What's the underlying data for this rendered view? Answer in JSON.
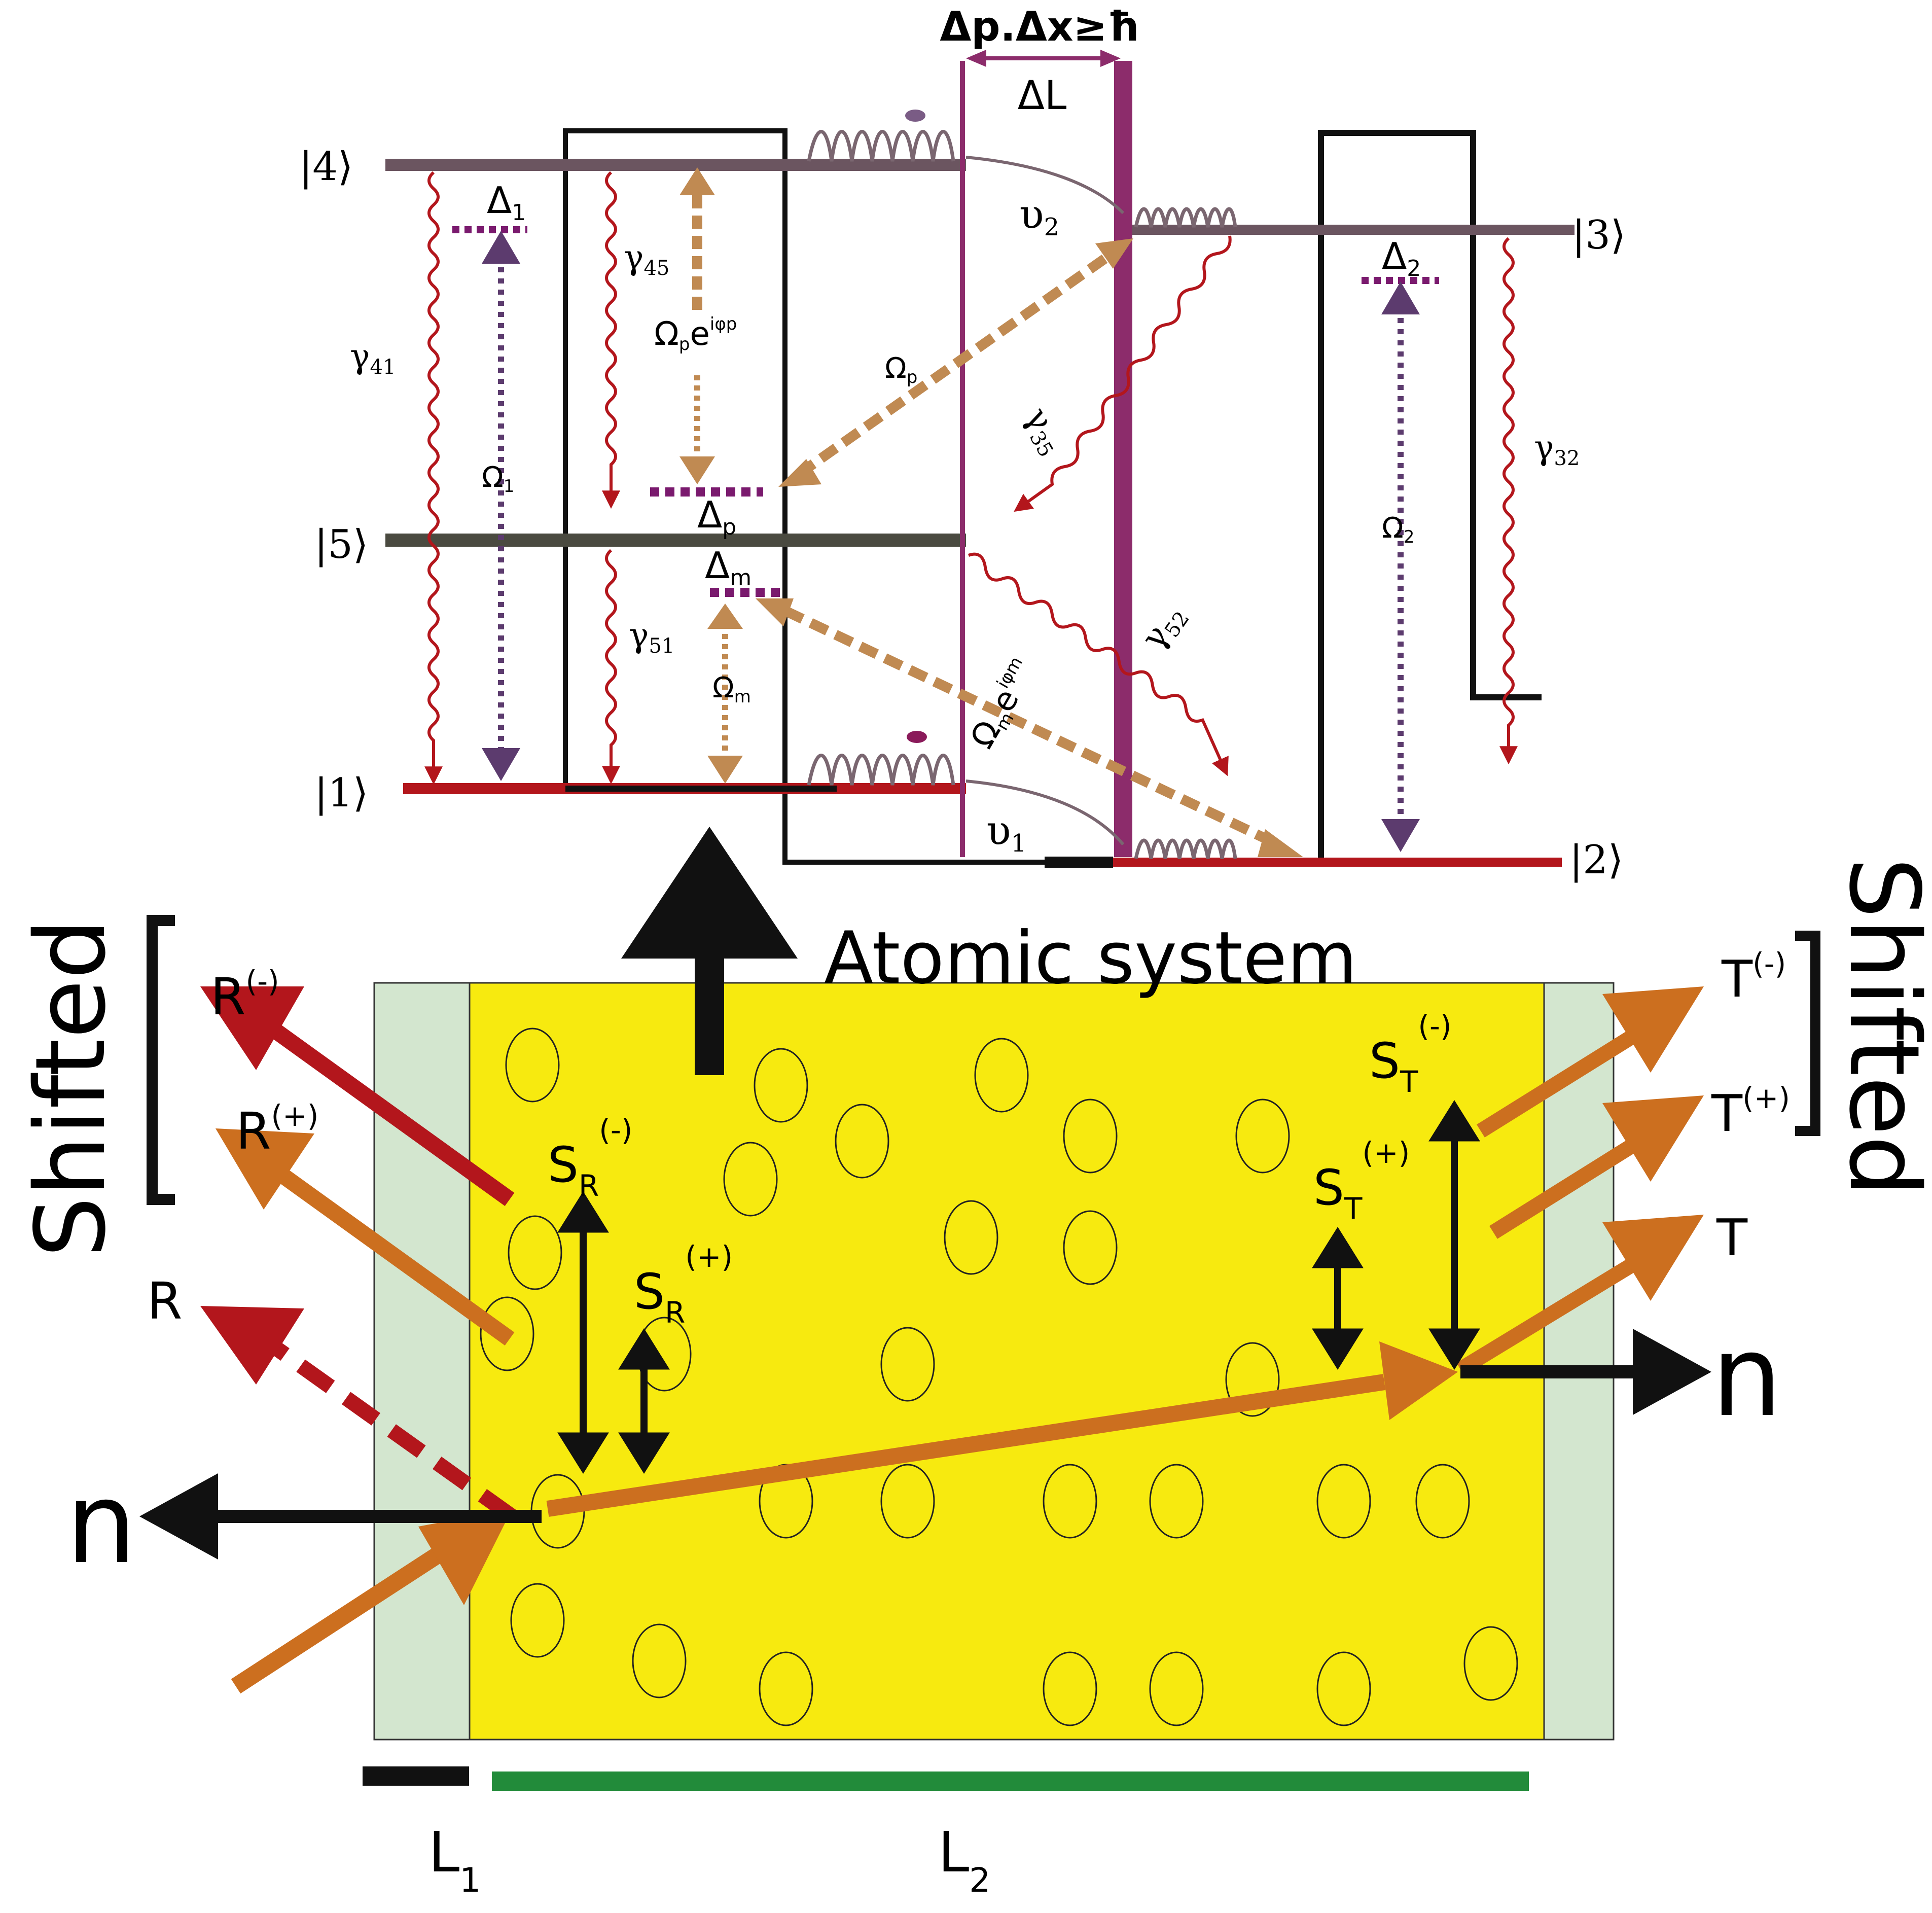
{
  "uncertainty": "Δp.Δx≥ħ",
  "delta_L": "ΔL",
  "levels": {
    "l1": "|1⟩",
    "l2": "|2⟩",
    "l3": "|3⟩",
    "l4": "|4⟩",
    "l5": "|5⟩"
  },
  "detunings": {
    "d1": "Δ",
    "d1_sub": "1",
    "d2": "Δ",
    "d2_sub": "2",
    "dp": "Δ",
    "dp_sub": "p",
    "dm": "Δ",
    "dm_sub": "m"
  },
  "decays": {
    "g41": "γ",
    "g41_sub": "41",
    "g45": "γ",
    "g45_sub": "45",
    "g51": "γ",
    "g51_sub": "51",
    "g35": "γ",
    "g35_sub": "35",
    "g52": "γ",
    "g52_sub": "52",
    "g32": "γ",
    "g32_sub": "32"
  },
  "rabi": {
    "o1": "Ω",
    "o1_sub": "1",
    "o2": "Ω",
    "o2_sub": "2",
    "op": "Ω",
    "op_sub": "p",
    "om": "Ω",
    "om_sub": "m",
    "ope": "Ω",
    "ope_sub": "p",
    "ope_e": "e",
    "ope_sup": "iφp",
    "ome": "Ω",
    "ome_sub": "m",
    "ome_e": "e",
    "ome_sup": "iφm"
  },
  "phonons": {
    "v1": "υ",
    "v1_sub": "1",
    "v2": "υ",
    "v2_sub": "2"
  },
  "atomic_system": "Atomic system",
  "shifted_left": "Shifted",
  "shifted_right": "Shifted",
  "reflect": {
    "r": "R",
    "rm": "R",
    "rm_sup": "(-)",
    "rp": "R",
    "rp_sup": "(+)"
  },
  "transmit": {
    "t": "T",
    "tm": "T",
    "tm_sup": "(-)",
    "tp": "T",
    "tp_sup": "(+)"
  },
  "shifts": {
    "srm": "S",
    "srm_sub": "R",
    "srm_sup": "(-)",
    "srp": "S",
    "srp_sub": "R",
    "srp_sup": "(+)",
    "stm": "S",
    "stm_sub": "T",
    "stm_sup": "(-)",
    "stp": "S",
    "stp_sub": "T",
    "stp_sup": "(+)"
  },
  "normals": {
    "left": "n",
    "right": "n"
  },
  "lengths": {
    "l1": "L",
    "l1_sub": "1",
    "l2": "L",
    "l2_sub": "2"
  },
  "colors": {
    "yellow": "#f7ea0f",
    "green_layer": "#d3e6cf",
    "orange": "#cc6f1f",
    "red": "#b3161c",
    "tan": "#c08a52",
    "violet": "#5c3b6e",
    "magenta": "#8c2c6b",
    "level_gray": "#6b5560",
    "green_bar": "#228b3a"
  }
}
